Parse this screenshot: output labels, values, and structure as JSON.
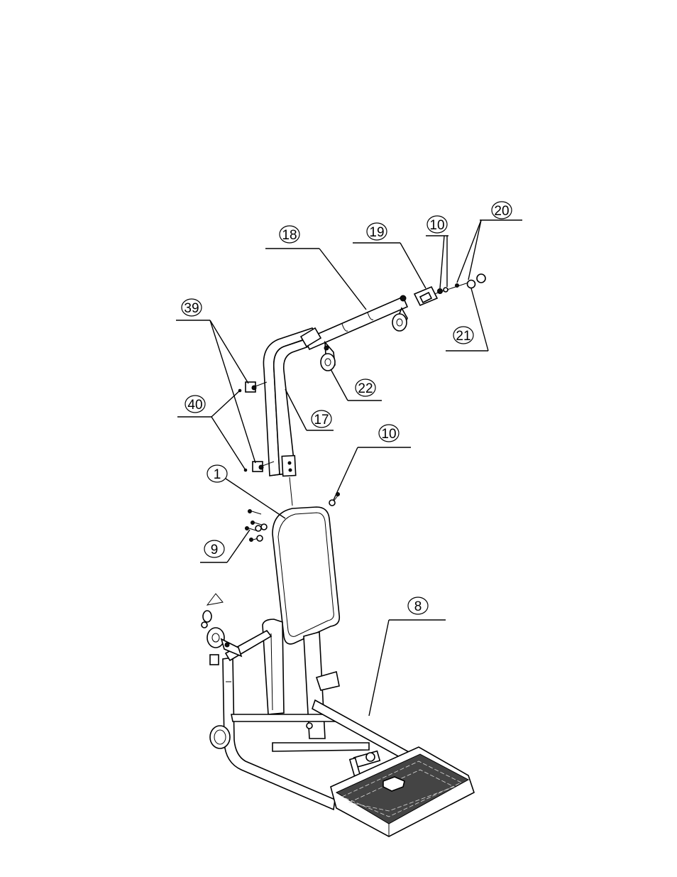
{
  "callouts": {
    "c18": "18",
    "c19": "19",
    "c10a": "10",
    "c20": "20",
    "c39": "39",
    "c21": "21",
    "c22": "22",
    "c40": "40",
    "c17": "17",
    "c10b": "10",
    "c1": "1",
    "c9": "9",
    "c8": "8"
  }
}
